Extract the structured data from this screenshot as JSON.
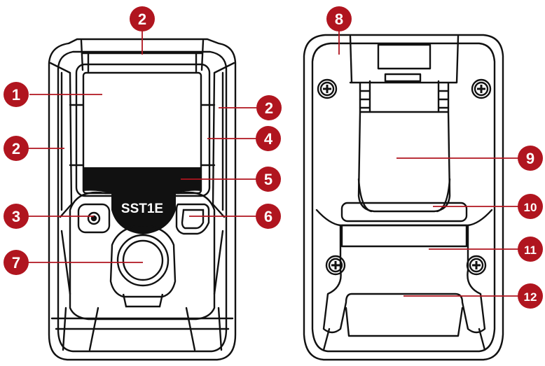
{
  "device": {
    "model_label": "SST1E"
  },
  "callouts": {
    "front": [
      {
        "number": "1"
      },
      {
        "number": "2"
      },
      {
        "number": "2"
      },
      {
        "number": "2"
      },
      {
        "number": "3"
      },
      {
        "number": "4"
      },
      {
        "number": "5"
      },
      {
        "number": "6"
      },
      {
        "number": "7"
      }
    ],
    "back": [
      {
        "number": "8"
      },
      {
        "number": "9"
      },
      {
        "number": "10"
      },
      {
        "number": "11"
      },
      {
        "number": "12"
      }
    ]
  },
  "colors": {
    "callout_fill": "#b0151f",
    "callout_text": "#ffffff",
    "outline": "#111111",
    "device_body": "#ffffff",
    "display_bar": "#111111"
  }
}
